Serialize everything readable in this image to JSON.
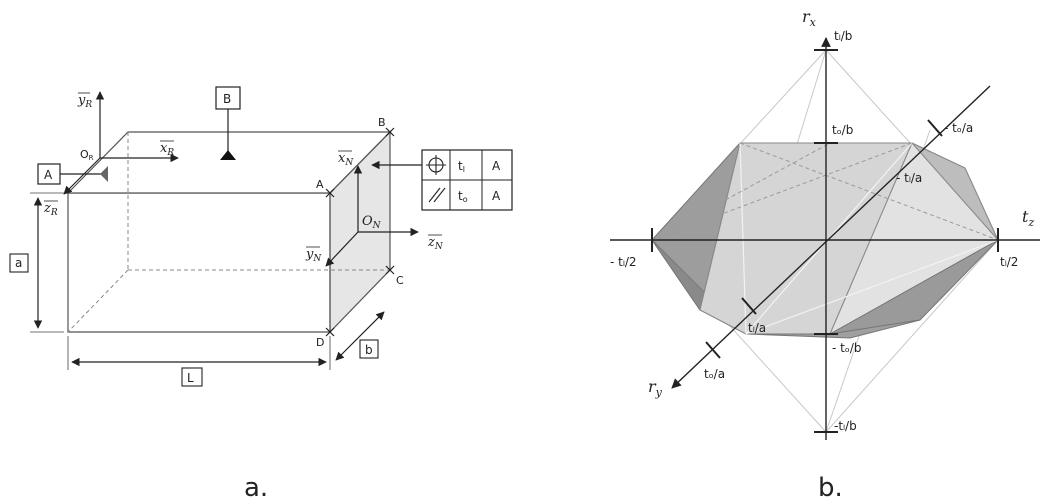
{
  "figure_a": {
    "caption": "a.",
    "datum_A": "A",
    "datum_B": "B",
    "dim_a": "a",
    "dim_b": "b",
    "dim_L": "L",
    "origin_R": "O",
    "origin_R_sub": "R",
    "origin_N": "O",
    "origin_N_sub": "N",
    "axis_xR": "x",
    "axis_xR_sub": "R",
    "axis_yR": "y",
    "axis_yR_sub": "R",
    "axis_zR": "z",
    "axis_zR_sub": "R",
    "axis_xN": "x",
    "axis_xN_sub": "N",
    "axis_yN": "y",
    "axis_yN_sub": "N",
    "axis_zN": "z",
    "axis_zN_sub": "N",
    "corners": {
      "A": "A",
      "B": "B",
      "C": "C",
      "D": "D"
    },
    "tolerance_frame": {
      "row1": {
        "tol": "t",
        "tol_sub": "l",
        "datum": "A"
      },
      "row2": {
        "tol": "t",
        "tol_sub": "o",
        "datum": "A"
      }
    }
  },
  "figure_b": {
    "caption": "b.",
    "axis_rx": "r",
    "axis_rx_sub": "x",
    "axis_ry": "r",
    "axis_ry_sub": "y",
    "axis_tz": "t",
    "axis_tz_sub": "z",
    "labels": {
      "tl_b_top": "tₗ/b",
      "to_b_top": "tₒ/b",
      "minus_to_a": "- tₒ/a",
      "minus_tl_a": "- tₗ/a",
      "minus_tl_2": "- tₗ/2",
      "tl_2": "tₗ/2",
      "tl_a": "tₗ/a",
      "minus_to_b": "- tₒ/b",
      "to_a": "tₒ/a",
      "minus_tl_b": "-tₗ/b"
    }
  }
}
